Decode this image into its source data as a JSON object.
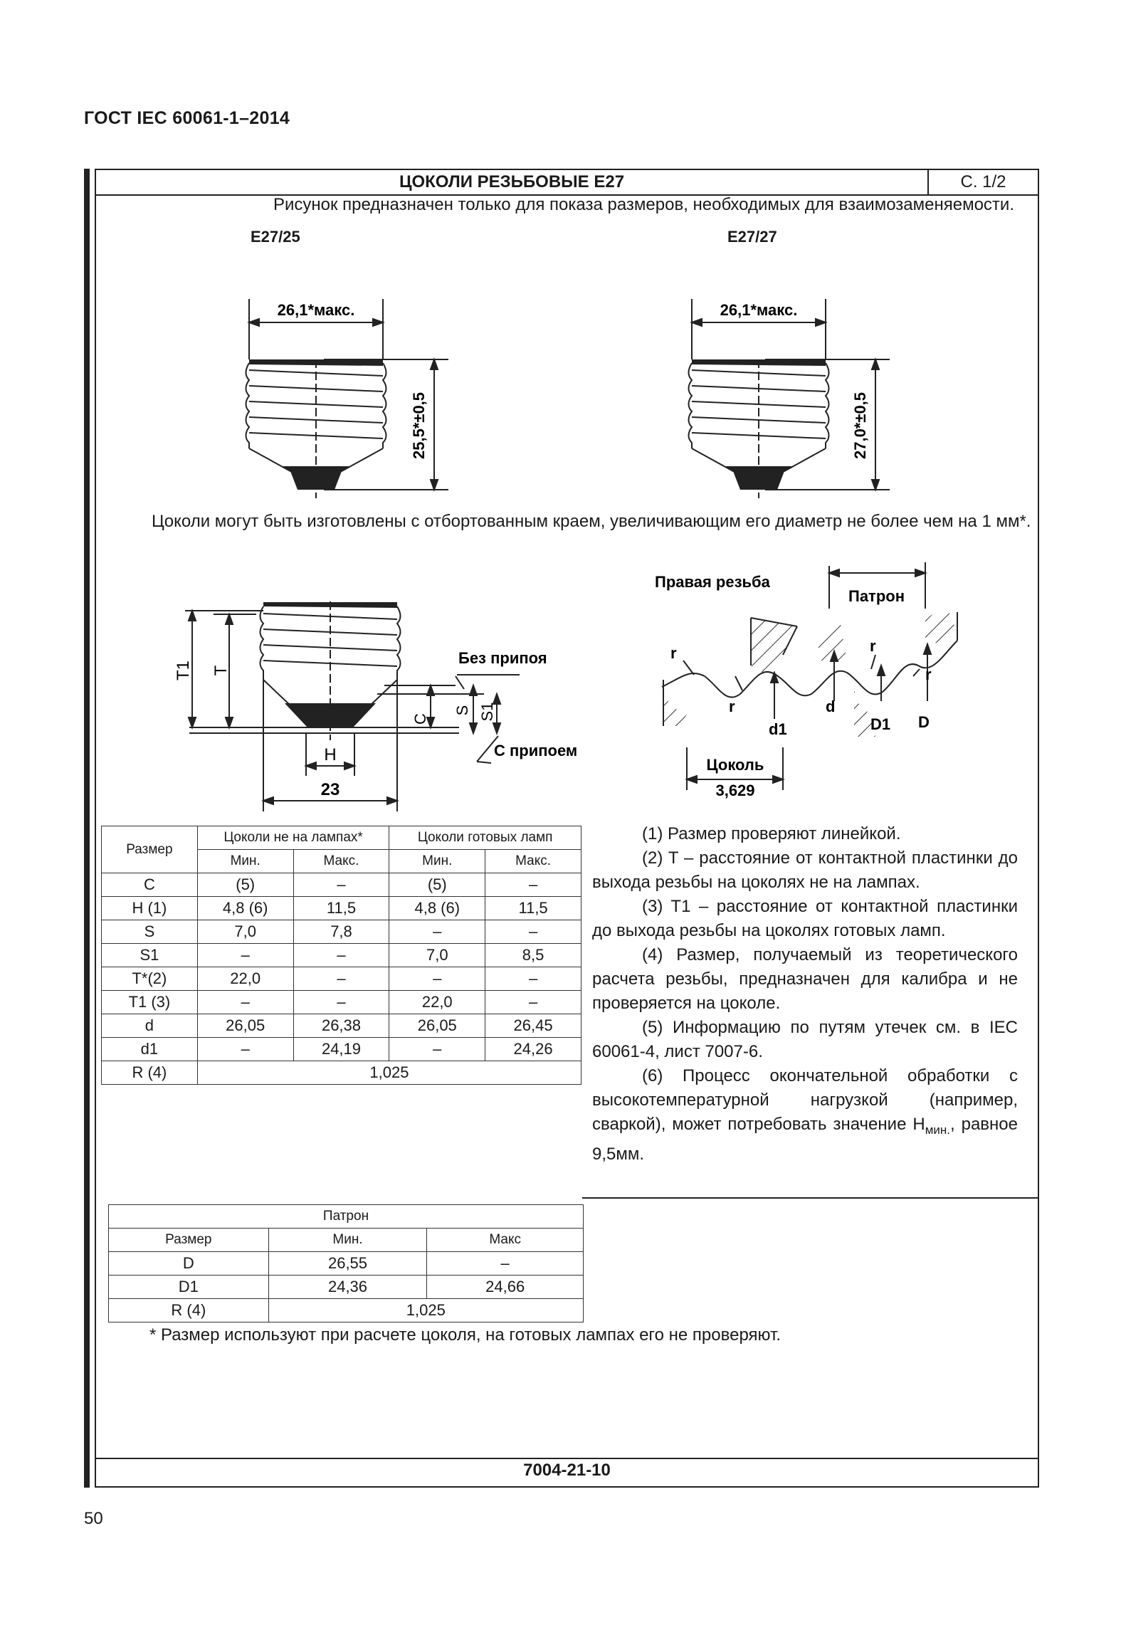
{
  "header": "ГОСТ IEC 60061-1–2014",
  "title": "ЦОКОЛИ РЕЗЬБОВЫЕ Е27",
  "sheet": "С. 1/2",
  "intro": "Рисунок предназначен только для показа размеров, необходимых для взаимозаменяемости.",
  "fig1": {
    "label": "E27/25",
    "width": "26,1*макс.",
    "height": "25,5*±0,5"
  },
  "fig2": {
    "label": "E27/27",
    "width": "26,1*макс.",
    "height": "27,0*±0,5"
  },
  "paragraph": "Цоколи могут быть изготовлены с отбортованным краем, увеличивающим его диаметр не более чем на 1 мм*.",
  "fig3": {
    "T1": "T1",
    "T": "T",
    "no_solder": "Без припоя",
    "with_solder": "С припоем",
    "C": "C",
    "S": "S",
    "S1": "S1",
    "H": "H",
    "dim23": "23"
  },
  "fig4": {
    "thread": "Правая резьба",
    "holder": "Патрон",
    "r": "r",
    "d": "d",
    "d1": "d1",
    "D1": "D1",
    "D": "D",
    "cap": "Цоколь",
    "pitch": "3,629"
  },
  "table1": {
    "col_size": "Размер",
    "group1": "Цоколи не на лампах*",
    "group2": "Цоколи готовых ламп",
    "min": "Мин.",
    "max": "Макс.",
    "rows": [
      [
        "C",
        "(5)",
        "–",
        "(5)",
        "–"
      ],
      [
        "H (1)",
        "4,8 (6)",
        "11,5",
        "4,8 (6)",
        "11,5"
      ],
      [
        "S",
        "7,0",
        "7,8",
        "–",
        "–"
      ],
      [
        "S1",
        "–",
        "–",
        "7,0",
        "8,5"
      ],
      [
        "T*(2)",
        "22,0",
        "–",
        "–",
        "–"
      ],
      [
        "T1 (3)",
        "–",
        "–",
        "22,0",
        "–"
      ],
      [
        "d",
        "26,05",
        "26,38",
        "26,05",
        "26,45"
      ],
      [
        "d1",
        "–",
        "24,19",
        "–",
        "24,26"
      ]
    ],
    "r_label": "R (4)",
    "r_value": "1,025"
  },
  "notes": [
    "(1) Размер проверяют линейкой.",
    "(2) T – расстояние от контактной пластинки до выхода резьбы на цоколях не на лампах.",
    "(3) T1 – расстояние от контактной пластинки до выхода резьбы на цоколях готовых ламп.",
    "(4) Размер, получаемый из теоретического расчета резьбы, предназначен для калибра и не проверяется на цоколе.",
    "(5) Информацию по путям утечек см. в IEC 60061-4, лист 7007-6."
  ],
  "note6": {
    "text": "(6) Процесс окончательной обработки с высокотемпературной нагрузкой (например, сваркой), может потребовать значение H",
    "sub": "мин.",
    "tail": ", равное 9,5мм."
  },
  "table2": {
    "title": "Патрон",
    "col_size": "Размер",
    "min": "Мин.",
    "max": "Макс",
    "rows": [
      [
        "D",
        "26,55",
        "–"
      ],
      [
        "D1",
        "24,36",
        "24,66"
      ]
    ],
    "r_label": "R (4)",
    "r_value": "1,025"
  },
  "footnote": "* Размер используют при расчете цоколя, на готовых лампах его не проверяют.",
  "code": "7004-21-10",
  "page_number": "50"
}
